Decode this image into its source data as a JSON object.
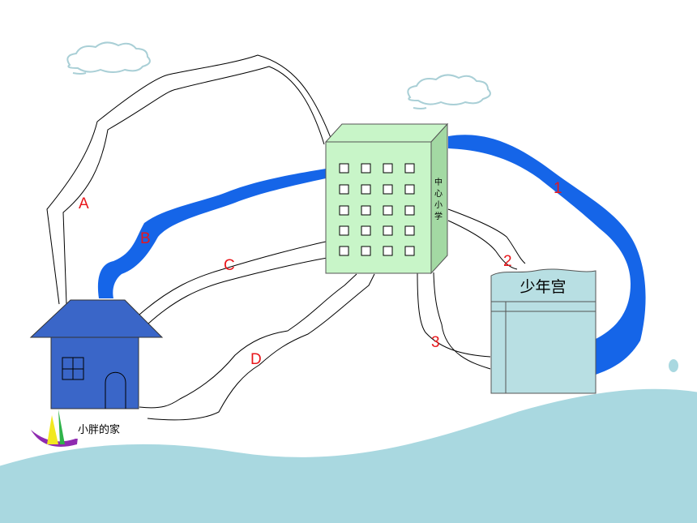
{
  "places": {
    "home": "小胖的家",
    "school": "中心小学",
    "youth_palace": "少年宫"
  },
  "routes": {
    "home_to_school": [
      "A",
      "B",
      "C",
      "D"
    ],
    "school_to_palace": [
      "1",
      "2",
      "3"
    ]
  },
  "colors": {
    "river": "#1565e8",
    "house": "#3a66c8",
    "school": "#c8f5c8",
    "palace": "#b8dfe3",
    "ground": "#a9d8e0",
    "label": "#e8161b"
  }
}
